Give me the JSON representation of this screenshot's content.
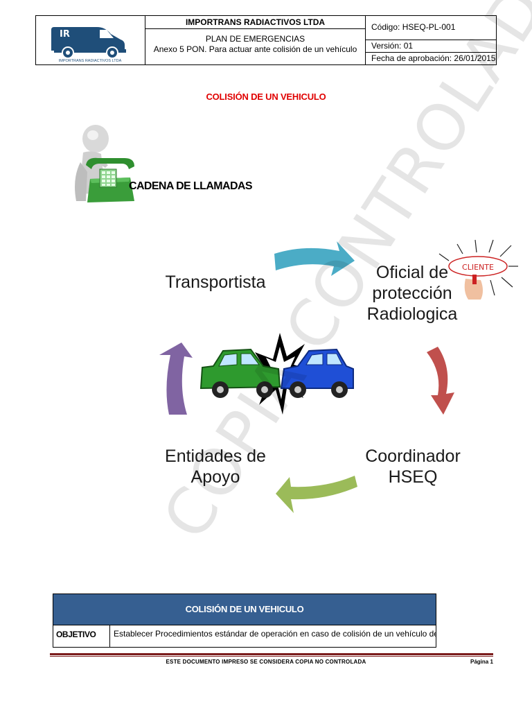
{
  "header": {
    "logo_text": "IMPORTRANS RADIACTIVOS LTDA",
    "company": "IMPORTRANS RADIACTIVOS LTDA",
    "plan_line1": "PLAN DE EMERGENCIAS",
    "plan_line2": "Anexo 5 PON. Para actuar ante colisión de un vehículo",
    "codigo": "Código: HSEQ-PL-001",
    "version": "Versión: 01",
    "fecha": "Fecha de aprobación: 26/01/2015"
  },
  "title": "COLISIÓN DE UN VEHICULO",
  "cadena": "CADENA DE LLAMADAS",
  "cycle": {
    "transportista": "Transportista",
    "oficial_l1": "Oficial de",
    "oficial_l2": "protección",
    "oficial_l3": "Radiologica",
    "coordinador_l1": "Coordinador",
    "coordinador_l2": "HSEQ",
    "entidades_l1": "Entidades de",
    "entidades_l2": "Apoyo",
    "cliente_badge": "CLIENTE"
  },
  "watermark": "COPIA CONTROLADA",
  "table": {
    "header": "COLISIÓN DE UN VEHICULO",
    "objetivo_label": "OBJETIVO",
    "objetivo_text": "Establecer Procedimientos estándar de operación en caso de colisión de un vehículo de"
  },
  "footer": {
    "text": "ESTE DOCUMENTO IMPRESO SE CONSIDERA COPIA NO CONTROLADA",
    "page": "Página 1"
  },
  "colors": {
    "title_red": "#e00000",
    "table_header_blue": "#365f91",
    "arrow_teal": "#4bacc6",
    "arrow_red": "#c0504d",
    "arrow_green": "#9bbb59",
    "arrow_purple": "#8064a2"
  }
}
